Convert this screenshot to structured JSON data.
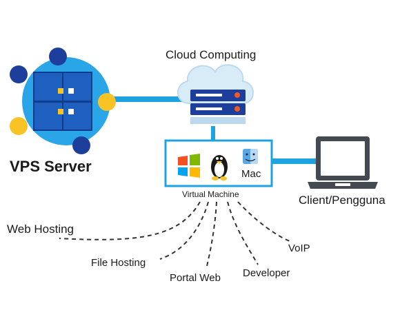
{
  "nodes": {
    "vps_server": {
      "label": "VPS Server"
    },
    "cloud": {
      "label": "Cloud Computing"
    },
    "virtual_machine": {
      "label": "Virtual Machine",
      "os_mac": "Mac"
    },
    "client": {
      "label": "Client/Pengguna"
    }
  },
  "services": [
    {
      "label": "Web Hosting"
    },
    {
      "label": "File Hosting"
    },
    {
      "label": "Portal Web"
    },
    {
      "label": "Developer"
    },
    {
      "label": "VoIP"
    }
  ],
  "colors": {
    "connector": "#1fa3e0",
    "server_blue": "#1f5fbf",
    "server_dark": "#0f3d8c",
    "globe": "#2aa5e8",
    "dot_yellow": "#f7c325",
    "dot_navy": "#1d3e9a",
    "cloud_light": "#d8ecf8"
  },
  "icons": [
    "server-block-icon",
    "cloud-server-icon",
    "windows-icon",
    "linux-tux-icon",
    "mac-finder-icon",
    "laptop-icon"
  ]
}
